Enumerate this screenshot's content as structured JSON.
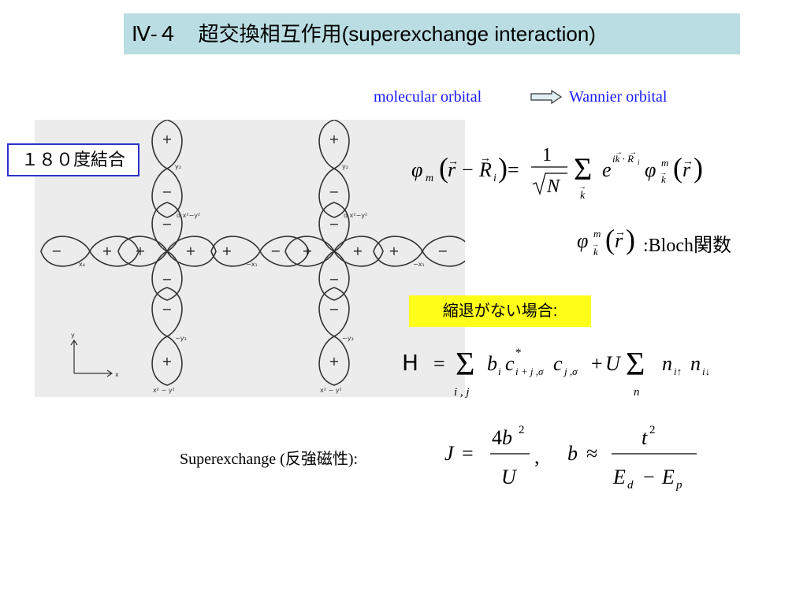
{
  "title": "Ⅳ-４　超交換相互作用(superexchange interaction)",
  "header": {
    "molecular_orbital": "molecular orbital",
    "wannier_orbital": "Wannier orbital"
  },
  "bond_label": "１８０度結合",
  "bloch_caption": ":Bloch関数",
  "nondegenerate_label": "縮退がない場合:",
  "superexchange": {
    "prefix": "Superexchange (",
    "jp": "反強磁性",
    "suffix": "):"
  },
  "figure": {
    "signs": {
      "plus": "+",
      "minus": "−"
    },
    "labels": {
      "y2": "y₂",
      "dx2y2": "d x²−y²",
      "x4": "x₄",
      "mx1": "−x₁",
      "my3": "−y₃",
      "x2y2": "x² − y²",
      "axis_x": "x",
      "axis_y": "y"
    }
  },
  "colors": {
    "title_bg": "#b9dde3",
    "blue_text": "#1a1aff",
    "highlight": "#ffff1a",
    "box_border": "#2b33c8"
  }
}
